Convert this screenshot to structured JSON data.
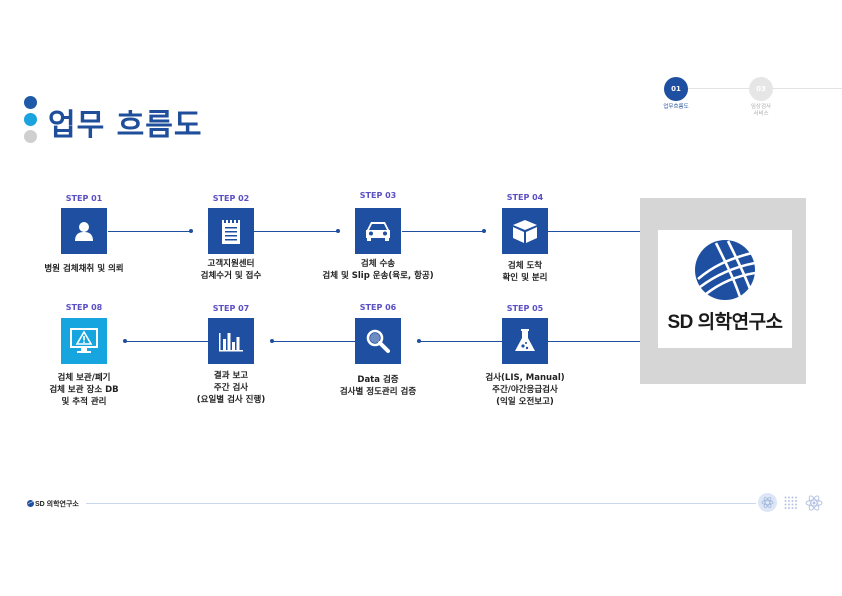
{
  "page_title": "업무 흐름도",
  "nav": [
    {
      "num": "01",
      "label": "업무흐름도",
      "active": true
    },
    {
      "num": "03",
      "label": "임상검사\n서비스",
      "active": false
    }
  ],
  "steps": [
    {
      "id": "STEP 01",
      "lines": [
        "병원 검체채취 및 의뢰"
      ],
      "icon": "user-icon"
    },
    {
      "id": "STEP 02",
      "lines": [
        "고객지원센터",
        "검체수거 및 접수"
      ],
      "icon": "notepad-icon"
    },
    {
      "id": "STEP 03",
      "lines": [
        "검체 수송",
        "검체 및 Slip 운송(육로, 항공)"
      ],
      "icon": "car-icon"
    },
    {
      "id": "STEP 04",
      "lines": [
        "검체 도착",
        "확인 및  분리"
      ],
      "icon": "box-icon"
    },
    {
      "id": "STEP 05",
      "lines": [
        "검사(LIS, Manual)",
        "주간/야간응급검사",
        "(익일 오전보고)"
      ],
      "icon": "flask-icon"
    },
    {
      "id": "STEP 06",
      "lines": [
        "Data 검증",
        "검사별 정도관리 검증"
      ],
      "icon": "magnifier-icon"
    },
    {
      "id": "STEP 07",
      "lines": [
        "결과 보고",
        "주간 검사",
        "(요일별 검사 진행)"
      ],
      "icon": "bar-chart-icon"
    },
    {
      "id": "STEP 08",
      "lines": [
        "검체 보관/폐기",
        "검체 보관 장소 DB",
        "및 추적 관리"
      ],
      "icon": "monitor-warning-icon"
    }
  ],
  "logo": {
    "text": "SD 의학연구소"
  },
  "footer": {
    "logo_text": "SD 의학연구소"
  },
  "colors": {
    "primary": "#1f4fa0",
    "accent": "#17a5e0",
    "step_label": "#5a4fc3",
    "panel": "#d6d6d6"
  }
}
